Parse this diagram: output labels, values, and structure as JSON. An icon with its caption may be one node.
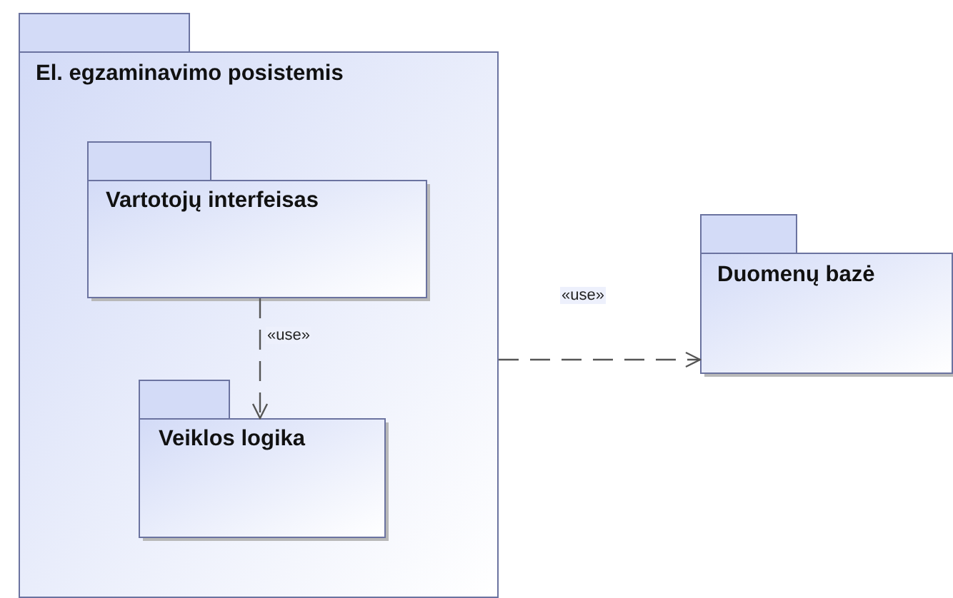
{
  "diagram": {
    "nodes": [
      {
        "text": [
          "El. egzaminavimo posistemis"
        ]
      },
      {
        "text": [
          "Vartotojų interfeisas"
        ],
        "in": 0
      },
      {
        "text": [
          "Veiklos logika"
        ],
        "in": 0
      },
      {
        "text": [
          "Duomenų bazė"
        ]
      }
    ],
    "edges": [
      {
        "from": 1,
        "to": 2,
        "arrow": "to",
        "label": "«use»",
        "style": "dashed"
      },
      {
        "from": 0,
        "to": 3,
        "arrow": "to",
        "label": "«use»",
        "style": "dashed"
      }
    ]
  }
}
